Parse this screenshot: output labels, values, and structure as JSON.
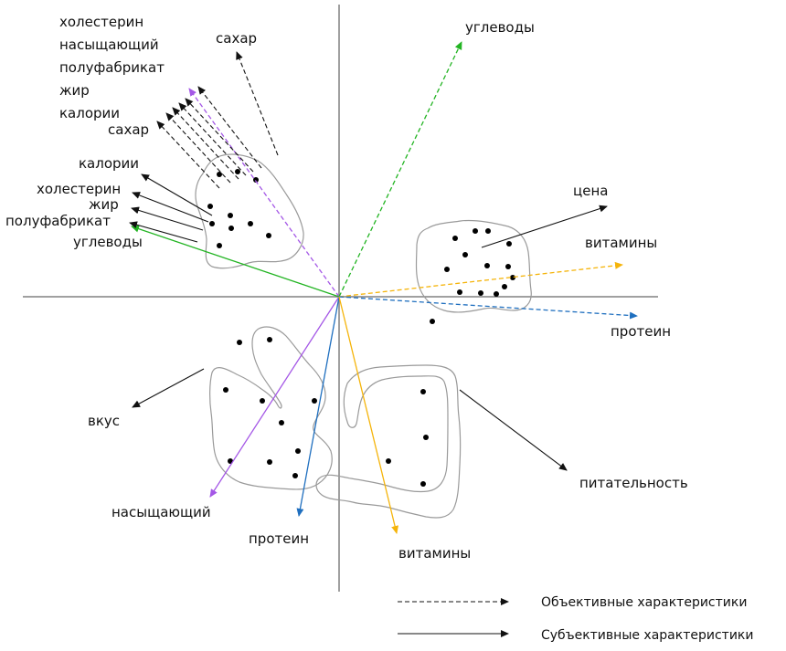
{
  "labels": {
    "top_list": [
      "холестерин",
      "насыщающий",
      "полуфабрикат",
      "жир",
      "калории"
    ],
    "sugar_obj": "сахар",
    "sugar_subj": "сахар",
    "calories_subj": "калории",
    "cholesterol_subj": "холестерин",
    "fat_subj": "жир",
    "semi_finished_subj": "полуфабрикат",
    "carbs_subj": "углеводы",
    "carbs_obj": "углеводы",
    "price": "цена",
    "vitamins_obj": "витамины",
    "protein_obj": "протеин",
    "taste": "вкус",
    "nutrition": "питательность",
    "satiating": "насыщающий",
    "protein_subj": "протеин",
    "vitamins_subj": "витамины"
  },
  "legend": {
    "objective": "Объективные характеристики",
    "subjective": "Субъективные характеристики"
  },
  "colors": {
    "green": "#22b422",
    "purple": "#a457e6",
    "orange": "#f5b40a",
    "blue": "#1f6fbf",
    "black": "#111111",
    "cluster_outline": "#9a9a9a",
    "axis": "#808080"
  }
}
